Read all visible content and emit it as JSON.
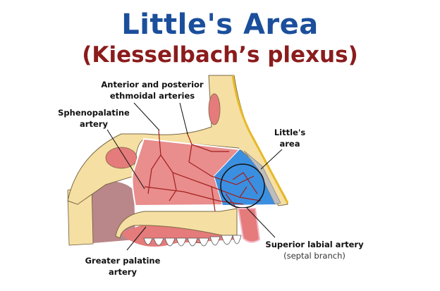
{
  "title": "Little's Area",
  "subtitle": "(Kiesselbach’s plexus)",
  "labels": {
    "ethmoidal_1": "Anterior and posterior",
    "ethmoidal_2": "ethmoidal arteries",
    "spheno_1": "Sphenopalatine",
    "spheno_2": "artery",
    "littles_1": "Little's",
    "littles_2": "area",
    "labial_1": "Superior labial artery",
    "labial_2": "(septal branch)",
    "palatine_1": "Greater palatine",
    "palatine_2": "artery"
  },
  "colors": {
    "title": "#1b4f9c",
    "subtitle": "#8b1c1c",
    "bone": "#f6dfa3",
    "mucosa": "#e98d8d",
    "littles_area": "#3b8fe0",
    "artery": "#a3201c"
  }
}
